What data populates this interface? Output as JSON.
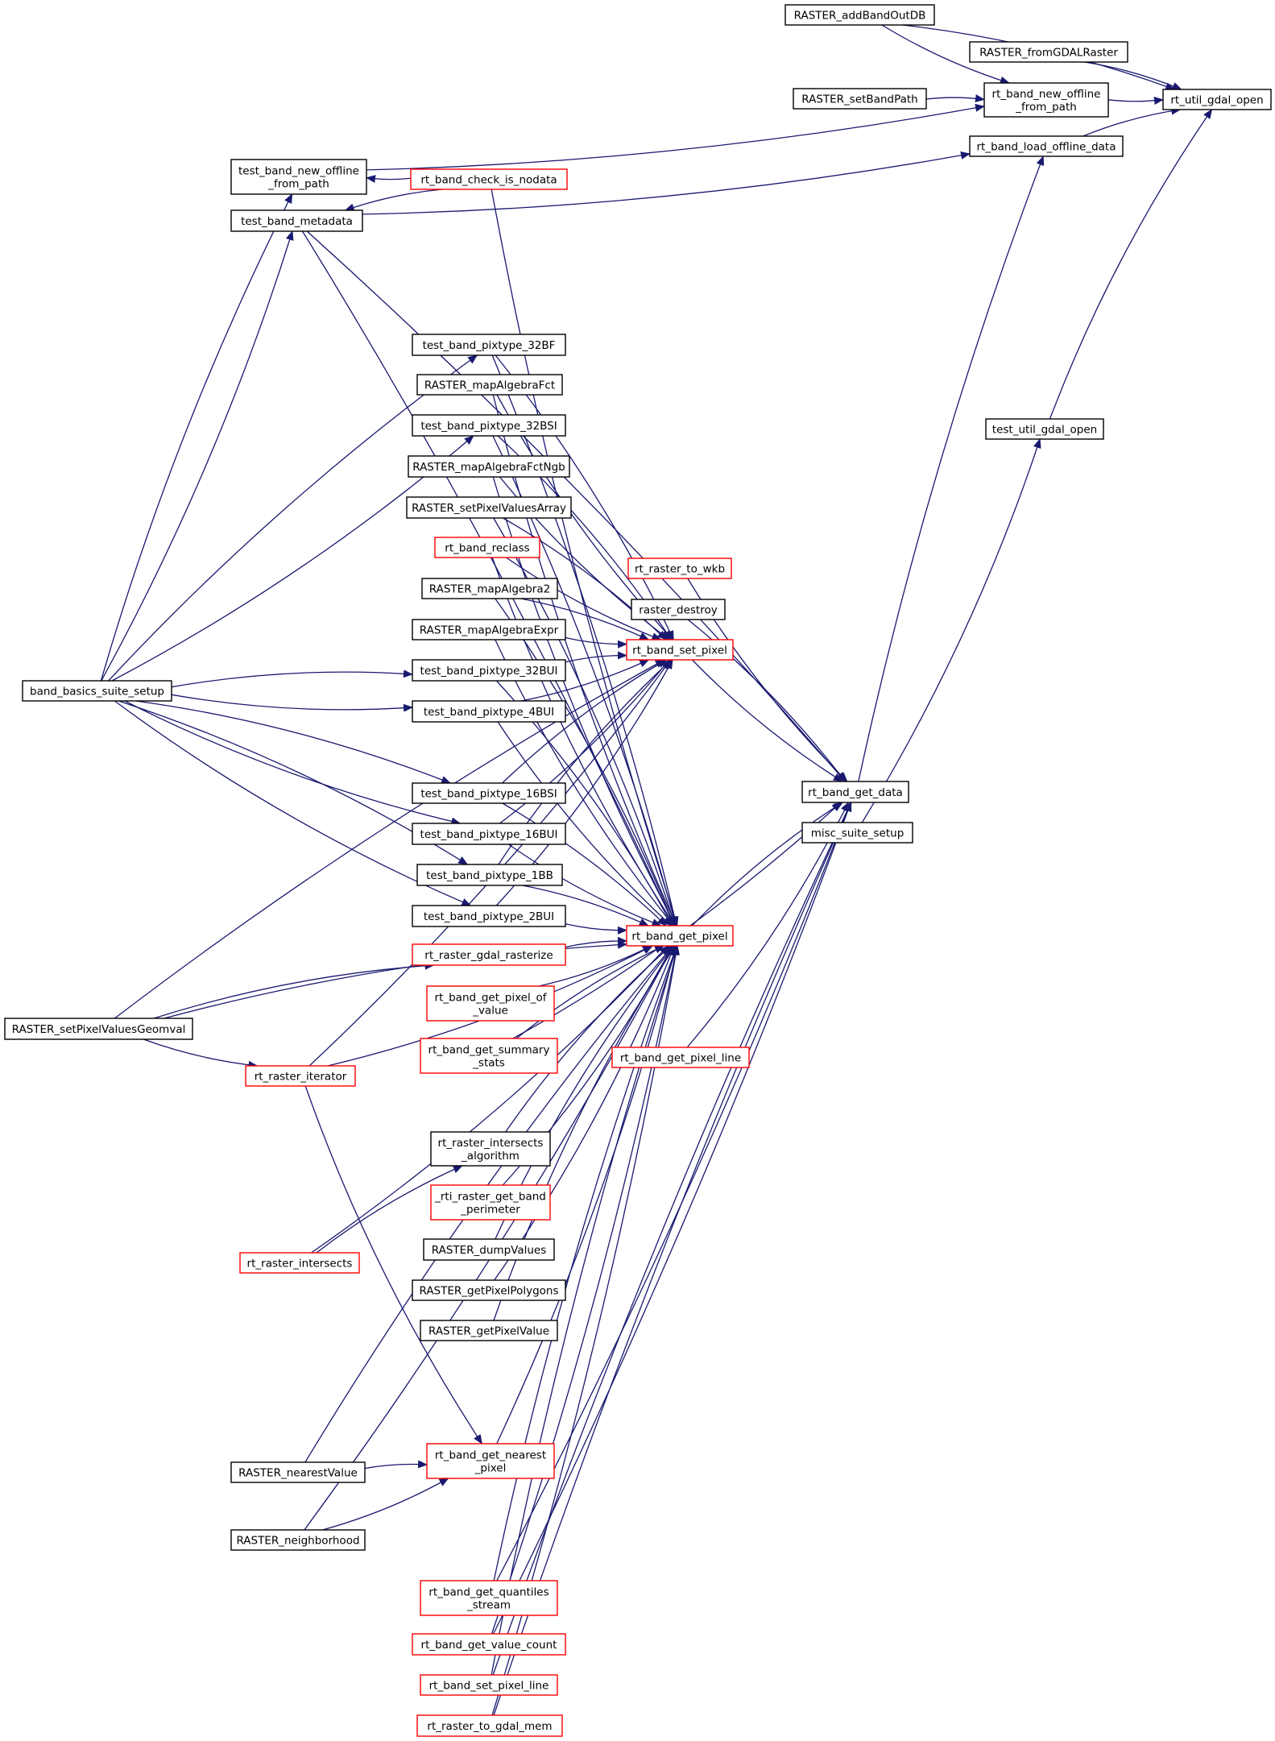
{
  "colors": {
    "edge": "#191970",
    "node_border_default": "#000000",
    "node_border_truncated": "#ff0000",
    "node_fill_root": "#bfbfbf",
    "node_fill": "#ffffff"
  },
  "nodes": [
    {
      "id": "rt_util_gdal_open",
      "lines": [
        "rt_util_gdal_open"
      ],
      "style": "root"
    },
    {
      "id": "RASTER_addBandOutDB",
      "lines": [
        "RASTER_addBandOutDB"
      ],
      "style": "normal"
    },
    {
      "id": "RASTER_fromGDALRaster",
      "lines": [
        "RASTER_fromGDALRaster"
      ],
      "style": "normal"
    },
    {
      "id": "rt_band_new_offline_from_path",
      "lines": [
        "rt_band_new_offline",
        "_from_path"
      ],
      "style": "normal"
    },
    {
      "id": "RASTER_setBandPath",
      "lines": [
        "RASTER_setBandPath"
      ],
      "style": "normal"
    },
    {
      "id": "rt_band_load_offline_data",
      "lines": [
        "rt_band_load_offline_data"
      ],
      "style": "normal"
    },
    {
      "id": "test_band_new_offline_from_path",
      "lines": [
        "test_band_new_offline",
        "_from_path"
      ],
      "style": "normal"
    },
    {
      "id": "rt_band_check_is_nodata",
      "lines": [
        "rt_band_check_is_nodata"
      ],
      "style": "truncated"
    },
    {
      "id": "test_band_metadata",
      "lines": [
        "test_band_metadata"
      ],
      "style": "normal"
    },
    {
      "id": "test_util_gdal_open",
      "lines": [
        "test_util_gdal_open"
      ],
      "style": "normal"
    },
    {
      "id": "test_band_pixtype_32BF",
      "lines": [
        "test_band_pixtype_32BF"
      ],
      "style": "normal"
    },
    {
      "id": "RASTER_mapAlgebraFct",
      "lines": [
        "RASTER_mapAlgebraFct"
      ],
      "style": "normal"
    },
    {
      "id": "test_band_pixtype_32BSI",
      "lines": [
        "test_band_pixtype_32BSI"
      ],
      "style": "normal"
    },
    {
      "id": "RASTER_mapAlgebraFctNgb",
      "lines": [
        "RASTER_mapAlgebraFctNgb"
      ],
      "style": "normal"
    },
    {
      "id": "RASTER_setPixelValuesArray",
      "lines": [
        "RASTER_setPixelValuesArray"
      ],
      "style": "normal"
    },
    {
      "id": "rt_band_reclass",
      "lines": [
        "rt_band_reclass"
      ],
      "style": "truncated"
    },
    {
      "id": "rt_raster_to_wkb",
      "lines": [
        "rt_raster_to_wkb"
      ],
      "style": "truncated"
    },
    {
      "id": "RASTER_mapAlgebra2",
      "lines": [
        "RASTER_mapAlgebra2"
      ],
      "style": "normal"
    },
    {
      "id": "raster_destroy",
      "lines": [
        "raster_destroy"
      ],
      "style": "normal"
    },
    {
      "id": "RASTER_mapAlgebraExpr",
      "lines": [
        "RASTER_mapAlgebraExpr"
      ],
      "style": "normal"
    },
    {
      "id": "rt_band_set_pixel",
      "lines": [
        "rt_band_set_pixel"
      ],
      "style": "truncated"
    },
    {
      "id": "test_band_pixtype_32BUI",
      "lines": [
        "test_band_pixtype_32BUI"
      ],
      "style": "normal"
    },
    {
      "id": "band_basics_suite_setup",
      "lines": [
        "band_basics_suite_setup"
      ],
      "style": "normal"
    },
    {
      "id": "test_band_pixtype_4BUI",
      "lines": [
        "test_band_pixtype_4BUI"
      ],
      "style": "normal"
    },
    {
      "id": "rt_band_get_data",
      "lines": [
        "rt_band_get_data"
      ],
      "style": "normal"
    },
    {
      "id": "test_band_pixtype_16BSI",
      "lines": [
        "test_band_pixtype_16BSI"
      ],
      "style": "normal"
    },
    {
      "id": "misc_suite_setup",
      "lines": [
        "misc_suite_setup"
      ],
      "style": "normal"
    },
    {
      "id": "test_band_pixtype_16BUI",
      "lines": [
        "test_band_pixtype_16BUI"
      ],
      "style": "normal"
    },
    {
      "id": "test_band_pixtype_1BB",
      "lines": [
        "test_band_pixtype_1BB"
      ],
      "style": "normal"
    },
    {
      "id": "test_band_pixtype_2BUI",
      "lines": [
        "test_band_pixtype_2BUI"
      ],
      "style": "normal"
    },
    {
      "id": "rt_band_get_pixel",
      "lines": [
        "rt_band_get_pixel"
      ],
      "style": "truncated"
    },
    {
      "id": "rt_raster_gdal_rasterize",
      "lines": [
        "rt_raster_gdal_rasterize"
      ],
      "style": "truncated"
    },
    {
      "id": "rt_band_get_pixel_of_value",
      "lines": [
        "rt_band_get_pixel_of",
        "_value"
      ],
      "style": "truncated"
    },
    {
      "id": "RASTER_setPixelValuesGeomval",
      "lines": [
        "RASTER_setPixelValuesGeomval"
      ],
      "style": "normal"
    },
    {
      "id": "rt_band_get_summary_stats",
      "lines": [
        "rt_band_get_summary",
        "_stats"
      ],
      "style": "truncated"
    },
    {
      "id": "rt_band_get_pixel_line",
      "lines": [
        "rt_band_get_pixel_line"
      ],
      "style": "truncated"
    },
    {
      "id": "rt_raster_iterator",
      "lines": [
        "rt_raster_iterator"
      ],
      "style": "truncated"
    },
    {
      "id": "rt_raster_intersects_algorithm",
      "lines": [
        "rt_raster_intersects",
        "_algorithm"
      ],
      "style": "normal"
    },
    {
      "id": "_rti_raster_get_band_perimeter",
      "lines": [
        "_rti_raster_get_band",
        "_perimeter"
      ],
      "style": "truncated"
    },
    {
      "id": "RASTER_dumpValues",
      "lines": [
        "RASTER_dumpValues"
      ],
      "style": "normal"
    },
    {
      "id": "rt_raster_intersects",
      "lines": [
        "rt_raster_intersects"
      ],
      "style": "truncated"
    },
    {
      "id": "RASTER_getPixelPolygons",
      "lines": [
        "RASTER_getPixelPolygons"
      ],
      "style": "normal"
    },
    {
      "id": "RASTER_getPixelValue",
      "lines": [
        "RASTER_getPixelValue"
      ],
      "style": "normal"
    },
    {
      "id": "rt_band_get_nearest_pixel",
      "lines": [
        "rt_band_get_nearest",
        "_pixel"
      ],
      "style": "truncated"
    },
    {
      "id": "RASTER_nearestValue",
      "lines": [
        "RASTER_nearestValue"
      ],
      "style": "normal"
    },
    {
      "id": "RASTER_neighborhood",
      "lines": [
        "RASTER_neighborhood"
      ],
      "style": "normal"
    },
    {
      "id": "rt_band_get_quantiles_stream",
      "lines": [
        "rt_band_get_quantiles",
        "_stream"
      ],
      "style": "truncated"
    },
    {
      "id": "rt_band_get_value_count",
      "lines": [
        "rt_band_get_value_count"
      ],
      "style": "truncated"
    },
    {
      "id": "rt_band_set_pixel_line",
      "lines": [
        "rt_band_set_pixel_line"
      ],
      "style": "truncated"
    },
    {
      "id": "rt_raster_to_gdal_mem",
      "lines": [
        "rt_raster_to_gdal_mem"
      ],
      "style": "truncated"
    }
  ],
  "edges": [
    [
      "RASTER_addBandOutDB",
      "rt_util_gdal_open"
    ],
    [
      "RASTER_addBandOutDB",
      "rt_band_new_offline_from_path"
    ],
    [
      "RASTER_fromGDALRaster",
      "rt_util_gdal_open"
    ],
    [
      "rt_band_new_offline_from_path",
      "rt_util_gdal_open"
    ],
    [
      "RASTER_setBandPath",
      "rt_band_new_offline_from_path"
    ],
    [
      "test_band_new_offline_from_path",
      "rt_band_new_offline_from_path"
    ],
    [
      "rt_band_load_offline_data",
      "rt_util_gdal_open"
    ],
    [
      "test_band_metadata",
      "rt_band_load_offline_data"
    ],
    [
      "test_util_gdal_open",
      "rt_util_gdal_open"
    ],
    [
      "misc_suite_setup",
      "test_util_gdal_open"
    ],
    [
      "rt_band_check_is_nodata",
      "test_band_new_offline_from_path"
    ],
    [
      "rt_band_check_is_nodata",
      "test_band_metadata"
    ],
    [
      "band_basics_suite_setup",
      "test_band_new_offline_from_path"
    ],
    [
      "band_basics_suite_setup",
      "test_band_metadata"
    ],
    [
      "band_basics_suite_setup",
      "test_band_pixtype_32BF"
    ],
    [
      "band_basics_suite_setup",
      "test_band_pixtype_32BSI"
    ],
    [
      "band_basics_suite_setup",
      "test_band_pixtype_32BUI"
    ],
    [
      "band_basics_suite_setup",
      "test_band_pixtype_4BUI"
    ],
    [
      "band_basics_suite_setup",
      "test_band_pixtype_16BSI"
    ],
    [
      "band_basics_suite_setup",
      "test_band_pixtype_16BUI"
    ],
    [
      "band_basics_suite_setup",
      "test_band_pixtype_1BB"
    ],
    [
      "band_basics_suite_setup",
      "test_band_pixtype_2BUI"
    ],
    [
      "rt_band_get_data",
      "rt_band_load_offline_data"
    ],
    [
      "rt_raster_to_wkb",
      "rt_band_get_data"
    ],
    [
      "raster_destroy",
      "rt_band_get_data"
    ],
    [
      "rt_band_set_pixel",
      "rt_band_get_data"
    ],
    [
      "rt_band_get_pixel",
      "rt_band_get_data"
    ],
    [
      "rt_band_get_pixel_line",
      "rt_band_get_data"
    ],
    [
      "test_band_metadata",
      "rt_band_get_data"
    ],
    [
      "rt_band_get_value_count",
      "rt_band_get_data"
    ],
    [
      "rt_band_set_pixel_line",
      "rt_band_get_data"
    ],
    [
      "rt_band_get_quantiles_stream",
      "rt_band_get_data"
    ],
    [
      "rt_raster_to_gdal_mem",
      "rt_band_get_data"
    ],
    [
      "rt_band_get_summary_stats",
      "rt_band_get_data"
    ],
    [
      "test_band_pixtype_32BF",
      "rt_band_set_pixel"
    ],
    [
      "RASTER_mapAlgebraFct",
      "rt_band_set_pixel"
    ],
    [
      "test_band_pixtype_32BSI",
      "rt_band_set_pixel"
    ],
    [
      "RASTER_mapAlgebraFctNgb",
      "rt_band_set_pixel"
    ],
    [
      "RASTER_setPixelValuesArray",
      "rt_band_set_pixel"
    ],
    [
      "rt_band_reclass",
      "rt_band_set_pixel"
    ],
    [
      "RASTER_mapAlgebra2",
      "rt_band_set_pixel"
    ],
    [
      "RASTER_mapAlgebraExpr",
      "rt_band_set_pixel"
    ],
    [
      "test_band_pixtype_32BUI",
      "rt_band_set_pixel"
    ],
    [
      "test_band_pixtype_4BUI",
      "rt_band_set_pixel"
    ],
    [
      "test_band_pixtype_16BSI",
      "rt_band_set_pixel"
    ],
    [
      "test_band_pixtype_16BUI",
      "rt_band_set_pixel"
    ],
    [
      "test_band_pixtype_1BB",
      "rt_band_set_pixel"
    ],
    [
      "test_band_pixtype_2BUI",
      "rt_band_set_pixel"
    ],
    [
      "RASTER_setPixelValuesGeomval",
      "rt_band_set_pixel"
    ],
    [
      "rt_raster_iterator",
      "rt_band_set_pixel"
    ],
    [
      "test_band_metadata",
      "rt_band_get_pixel"
    ],
    [
      "rt_band_check_is_nodata",
      "rt_band_get_pixel"
    ],
    [
      "test_band_pixtype_32BF",
      "rt_band_get_pixel"
    ],
    [
      "RASTER_mapAlgebraFct",
      "rt_band_get_pixel"
    ],
    [
      "test_band_pixtype_32BSI",
      "rt_band_get_pixel"
    ],
    [
      "RASTER_mapAlgebraFctNgb",
      "rt_band_get_pixel"
    ],
    [
      "RASTER_setPixelValuesArray",
      "rt_band_get_pixel"
    ],
    [
      "rt_band_reclass",
      "rt_band_get_pixel"
    ],
    [
      "RASTER_mapAlgebra2",
      "rt_band_get_pixel"
    ],
    [
      "RASTER_mapAlgebraExpr",
      "rt_band_get_pixel"
    ],
    [
      "test_band_pixtype_32BUI",
      "rt_band_get_pixel"
    ],
    [
      "test_band_pixtype_4BUI",
      "rt_band_get_pixel"
    ],
    [
      "test_band_pixtype_16BSI",
      "rt_band_get_pixel"
    ],
    [
      "test_band_pixtype_16BUI",
      "rt_band_get_pixel"
    ],
    [
      "test_band_pixtype_1BB",
      "rt_band_get_pixel"
    ],
    [
      "test_band_pixtype_2BUI",
      "rt_band_get_pixel"
    ],
    [
      "rt_raster_gdal_rasterize",
      "rt_band_get_pixel"
    ],
    [
      "rt_band_get_pixel_of_value",
      "rt_band_get_pixel"
    ],
    [
      "rt_band_get_summary_stats",
      "rt_band_get_pixel"
    ],
    [
      "rt_raster_iterator",
      "rt_band_get_pixel"
    ],
    [
      "rt_raster_intersects_algorithm",
      "rt_band_get_pixel"
    ],
    [
      "_rti_raster_get_band_perimeter",
      "rt_band_get_pixel"
    ],
    [
      "RASTER_dumpValues",
      "rt_band_get_pixel"
    ],
    [
      "RASTER_getPixelPolygons",
      "rt_band_get_pixel"
    ],
    [
      "RASTER_getPixelValue",
      "rt_band_get_pixel"
    ],
    [
      "rt_raster_intersects",
      "rt_band_get_pixel"
    ],
    [
      "RASTER_setPixelValuesGeomval",
      "rt_band_get_pixel"
    ],
    [
      "rt_band_get_nearest_pixel",
      "rt_band_get_pixel"
    ],
    [
      "RASTER_nearestValue",
      "rt_band_get_pixel"
    ],
    [
      "RASTER_neighborhood",
      "rt_band_get_pixel"
    ],
    [
      "rt_band_get_quantiles_stream",
      "rt_band_get_pixel"
    ],
    [
      "rt_band_get_value_count",
      "rt_band_get_pixel"
    ],
    [
      "rt_band_set_pixel_line",
      "rt_band_get_pixel"
    ],
    [
      "rt_raster_to_gdal_mem",
      "rt_band_get_pixel"
    ],
    [
      "RASTER_setPixelValuesGeomval",
      "rt_raster_gdal_rasterize"
    ],
    [
      "RASTER_setPixelValuesGeomval",
      "rt_raster_iterator"
    ],
    [
      "rt_raster_intersects",
      "rt_raster_intersects_algorithm"
    ],
    [
      "rt_raster_iterator",
      "rt_band_get_nearest_pixel"
    ],
    [
      "RASTER_nearestValue",
      "rt_band_get_nearest_pixel"
    ],
    [
      "RASTER_neighborhood",
      "rt_band_get_nearest_pixel"
    ]
  ]
}
